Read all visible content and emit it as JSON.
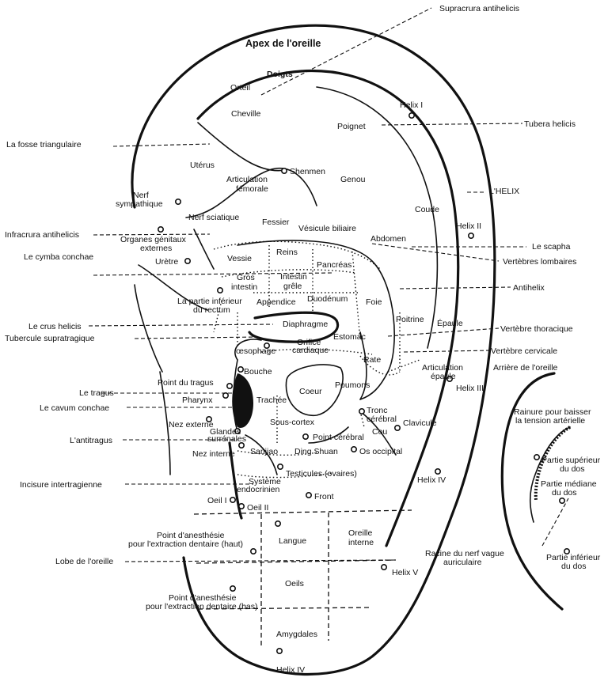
{
  "labels": {
    "supracrura": "Supracrura antihelicis",
    "apex": "Apex de l'oreille",
    "doigts": "Doigts",
    "orteil": "Orteil",
    "cheville": "Cheville",
    "helix1": "Helix I",
    "tubera": "Tubera helicis",
    "poignet": "Poignet",
    "fosse": "La fosse triangulaire",
    "uterus": "Utérus",
    "shenmen": "Shenmen",
    "articulation_femorale_1": "Articulation",
    "articulation_femorale_2": "fémorale",
    "genou": "Genou",
    "lhelix": "L'HELIX",
    "nerf_sympathique_1": "Nerf",
    "nerf_sympathique_2": "sympathique",
    "nerf_sciatique": "Nerf sciatique",
    "fessier": "Fessier",
    "coude": "Coude",
    "vesicule": "Vésicule biliaire",
    "helix2": "Helix II",
    "infracrura": "Infracrura antihelicis",
    "organes_1": "Organes génitaux",
    "organes_2": "externes",
    "abdomen": "Abdomen",
    "scapha": "Le scapha",
    "cymba": "Le cymba conchae",
    "reins": "Reins",
    "vessie": "Vessie",
    "pancreas": "Pancréas",
    "uretre": "Urètre",
    "vertebres_lombaires": "Vertèbres lombaires",
    "gros_intestin_1": "Gros",
    "gros_intestin_2": "intestin",
    "intestin_grele_1": "Intestin",
    "intestin_grele_2": "grêle",
    "antihelix": "Antihelix",
    "partie_inferieur_1": "La partie inférieur",
    "partie_inferieur_2": "du rectum",
    "appendice": "Appendice",
    "duodenum": "Duodénum",
    "foie": "Foie",
    "poitrine": "Poitrine",
    "epaule": "Épaule",
    "crus": "Le crus helicis",
    "diaphragme": "Diaphragme",
    "vertebre_thoracique": "Vertèbre thoracique",
    "tubercule": "Tubercule supratragique",
    "estomac": "Estomac",
    "oesophage": "œsophage",
    "orifice_1": "Orifice",
    "orifice_2": "cardiaque",
    "vertebre_cervicale": "Vertèbre cervicale",
    "rate": "Rate",
    "arriere": "Arrière de l'oreille",
    "articulation_epaule_1": "Articulation",
    "articulation_epaule_2": "épaule",
    "bouche": "Bouche",
    "point_tragus": "Point du tragus",
    "helix3": "Helix III",
    "le_tragus": "Le tragus",
    "coeur": "Coeur",
    "poumons": "Poumons",
    "pharynx": "Pharynx",
    "trachee": "Trachée",
    "cavum": "Le cavum conchae",
    "tronc_1": "Tronc",
    "tronc_2": "cérébral",
    "rainure_1": "Rainure pour baisser",
    "rainure_2": "la tension artérielle",
    "nez_externe": "Nez externe",
    "sous_cortex": "Sous-cortex",
    "clavicule": "Clavicule",
    "glandes_1": "Glandes",
    "glandes_2": "surrénales",
    "cou": "Cou",
    "antitragus": "L'antitragus",
    "point_cerebral": "Point cérébral",
    "sanjiao": "Sanjiao",
    "ding_shuan": "Ding Shuan",
    "os_occipital": "Os occipital",
    "nez_interne": "Nez interne",
    "partie_sup_1": "Partie supérieur",
    "partie_sup_2": "du dos",
    "testicules": "Testicules (ovaires)",
    "helix4": "Helix IV",
    "incisure": "Incisure intertragienne",
    "systeme_1": "Système",
    "systeme_2": "endocrinien",
    "partie_med_1": "Partie médiane",
    "partie_med_2": "du dos",
    "oeil1": "Oeil I",
    "front": "Front",
    "oeil2": "Oeil II",
    "point_haut_1": "Point d'anesthésie",
    "point_haut_2": "pour l'extraction dentaire (haut)",
    "langue": "Langue",
    "oreille_interne_1": "Oreille",
    "oreille_interne_2": "interne",
    "racine_1": "Racine du nerf vague",
    "racine_2": "auriculaire",
    "partie_inf_1": "Partie inférieur",
    "partie_inf_2": "du dos",
    "lobe": "Lobe de l'oreille",
    "helix5": "Helix V",
    "oeils": "Oeils",
    "point_bas_1": "Point d'anesthésie",
    "point_bas_2": "pour l'extraction dentaire (bas)",
    "amygdales": "Amygdales",
    "helix4_bottom": "Helix IV"
  }
}
